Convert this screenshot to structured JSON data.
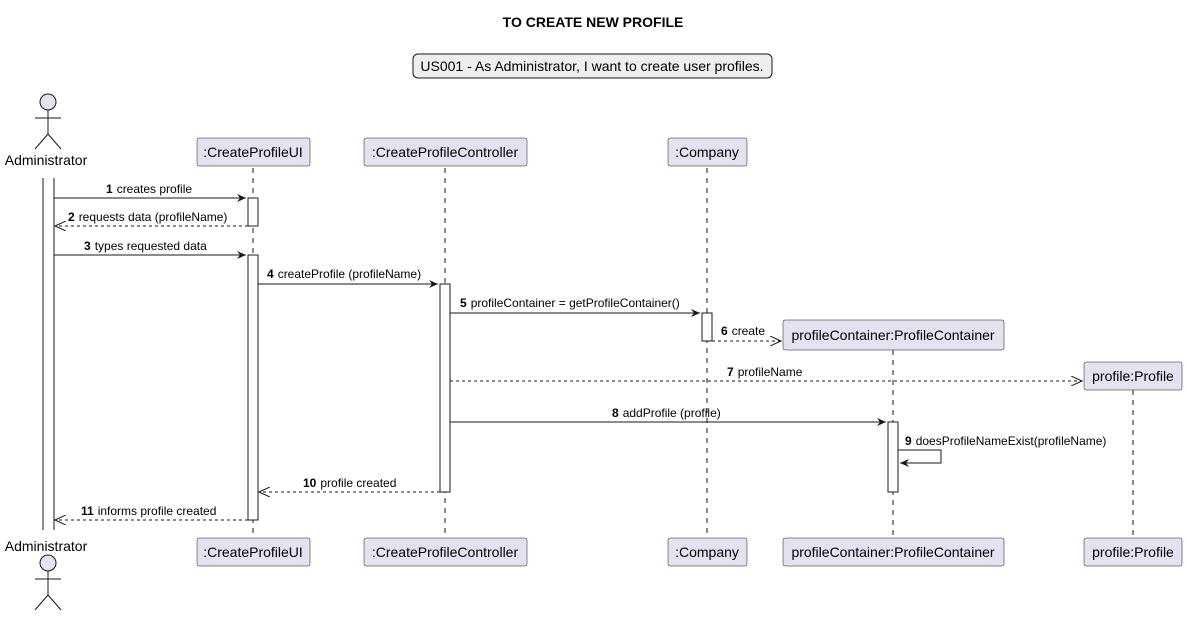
{
  "title": "TO CREATE NEW PROFILE",
  "note": "US001 - As Administrator, I want to create user profiles.",
  "colors": {
    "participant_fill": "#E2E2F0",
    "participant_border": "#181818",
    "note_fill": "#EEEEEE",
    "lifeline": "#181818",
    "activation_fill": "#FFFFFF"
  },
  "participants": [
    {
      "id": "admin",
      "label": "Administrator",
      "kind": "actor"
    },
    {
      "id": "ui",
      "label": ":CreateProfileUI",
      "kind": "participant"
    },
    {
      "id": "ctrl",
      "label": ":CreateProfileController",
      "kind": "participant"
    },
    {
      "id": "company",
      "label": ":Company",
      "kind": "participant"
    },
    {
      "id": "container",
      "label": "profileContainer:ProfileContainer",
      "kind": "participant",
      "created_by": "6"
    },
    {
      "id": "profile",
      "label": "profile:Profile",
      "kind": "participant",
      "created_by": "7"
    }
  ],
  "messages": [
    {
      "num": "1",
      "text": "creates profile",
      "from": "admin",
      "to": "ui",
      "style": "sync"
    },
    {
      "num": "2",
      "text": "requests data (profileName)",
      "from": "ui",
      "to": "admin",
      "style": "reply"
    },
    {
      "num": "3",
      "text": "types requested data",
      "from": "admin",
      "to": "ui",
      "style": "sync"
    },
    {
      "num": "4",
      "text": "createProfile (profileName)",
      "from": "ui",
      "to": "ctrl",
      "style": "sync"
    },
    {
      "num": "5",
      "text": "profileContainer = getProfileContainer()",
      "from": "ctrl",
      "to": "company",
      "style": "sync"
    },
    {
      "num": "6",
      "text": "create",
      "from": "company",
      "to": "container",
      "style": "create"
    },
    {
      "num": "7",
      "text": "profileName",
      "from": "ctrl",
      "to": "profile",
      "style": "create"
    },
    {
      "num": "8",
      "text": "addProfile (profile)",
      "from": "ctrl",
      "to": "container",
      "style": "sync"
    },
    {
      "num": "9",
      "text": "doesProfileNameExist(profileName)",
      "from": "container",
      "to": "container",
      "style": "self"
    },
    {
      "num": "10",
      "text": "profile created",
      "from": "ctrl",
      "to": "ui",
      "style": "reply"
    },
    {
      "num": "11",
      "text": "informs profile created",
      "from": "ui",
      "to": "admin",
      "style": "reply"
    }
  ]
}
